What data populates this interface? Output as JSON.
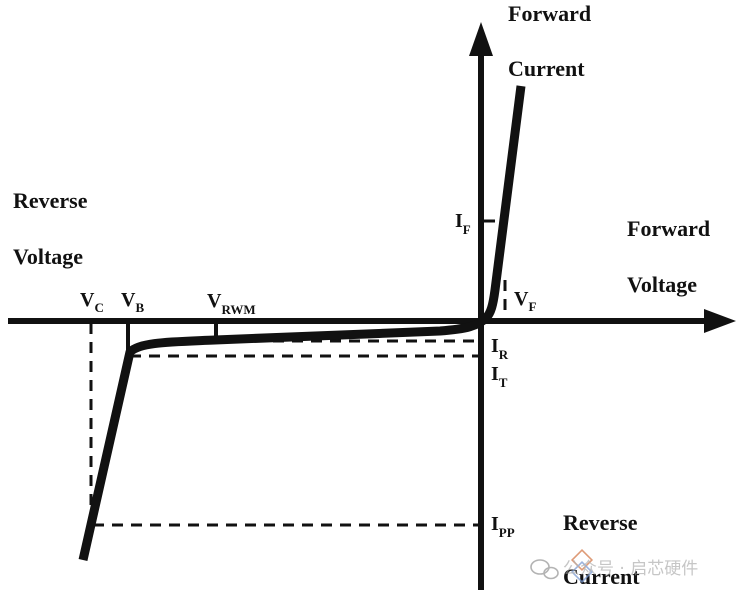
{
  "axes": {
    "forward_current": [
      "Forward",
      "Current"
    ],
    "forward_voltage": [
      "Forward",
      "Voltage"
    ],
    "reverse_voltage": [
      "Reverse",
      "Voltage"
    ],
    "reverse_current": [
      "Reverse",
      "Current"
    ]
  },
  "markers": {
    "vc": {
      "main": "V",
      "sub": "C"
    },
    "vb": {
      "main": "V",
      "sub": "B"
    },
    "vrwm": {
      "main": "V",
      "sub": "RWM"
    },
    "vf": {
      "main": "V",
      "sub": "F"
    },
    "if": {
      "main": "I",
      "sub": "F"
    },
    "ir": {
      "main": "I",
      "sub": "R"
    },
    "it": {
      "main": "I",
      "sub": "T"
    },
    "ipp": {
      "main": "I",
      "sub": "PP"
    }
  },
  "watermark": "公众号 · 启芯硬件"
}
